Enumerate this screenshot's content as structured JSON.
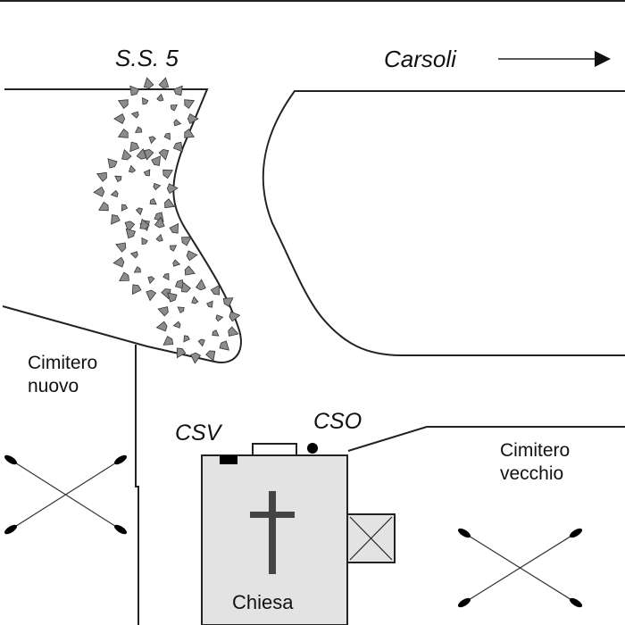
{
  "labels": {
    "road": "S.S. 5",
    "direction": "Carsoli",
    "new_cemetery": [
      "Cimitero",
      "nuovo"
    ],
    "old_cemetery": [
      "Cimitero",
      "vecchio"
    ],
    "sensor_v": "CSV",
    "sensor_o": "CSO",
    "church": "Chiesa"
  },
  "colors": {
    "line": "#222222",
    "church_fill": "#e3e3e3",
    "cross": "#444444",
    "bush_fill": "#8c8c8c",
    "marker": "#000000"
  }
}
